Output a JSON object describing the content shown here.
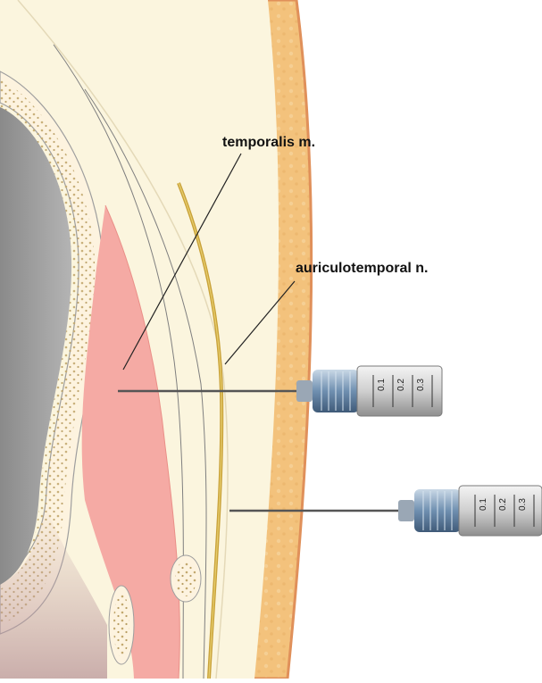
{
  "labels": {
    "temporalis": "temporalis m.",
    "auriculotemporal": "auriculotemporal n."
  },
  "syringe_scale": [
    "0.1",
    "0.2",
    "0.3"
  ],
  "colors": {
    "skin": "#f2c07a",
    "skin_edge": "#e2955a",
    "fascia": "#fbf4dc",
    "bone": "#fdf3df",
    "bone_dots": "#c9b07a",
    "muscle": "#f5a9a4",
    "cavity": "#9c9c9c",
    "nerve": "#c9a23a",
    "needle": "#555555",
    "syringe_hub": "#6e8aa6"
  }
}
